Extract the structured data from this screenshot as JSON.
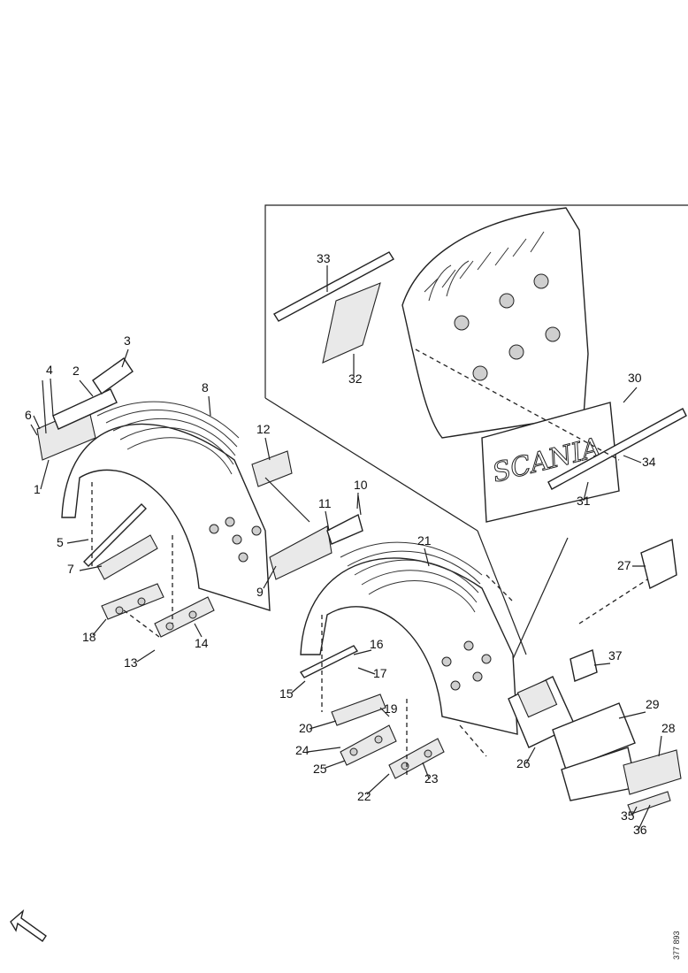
{
  "callouts": {
    "n1": "1",
    "n2": "2",
    "n3": "3",
    "n4": "4",
    "n5": "5",
    "n6": "6",
    "n7": "7",
    "n8": "8",
    "n9": "9",
    "n10": "10",
    "n11": "11",
    "n12": "12",
    "n13": "13",
    "n14": "14",
    "n15": "15",
    "n16": "16",
    "n17": "17",
    "n18": "18",
    "n19": "19",
    "n20": "20",
    "n21": "21",
    "n22": "22",
    "n23": "23",
    "n24": "24",
    "n25": "25",
    "n26": "26",
    "n27": "27",
    "n28": "28",
    "n29": "29",
    "n30": "30",
    "n31": "31",
    "n32": "32",
    "n33": "33",
    "n34": "34",
    "n35": "35",
    "n36": "36",
    "n37": "37"
  },
  "mudflap_brand": "SCANIA",
  "drawing_code": "377 893"
}
